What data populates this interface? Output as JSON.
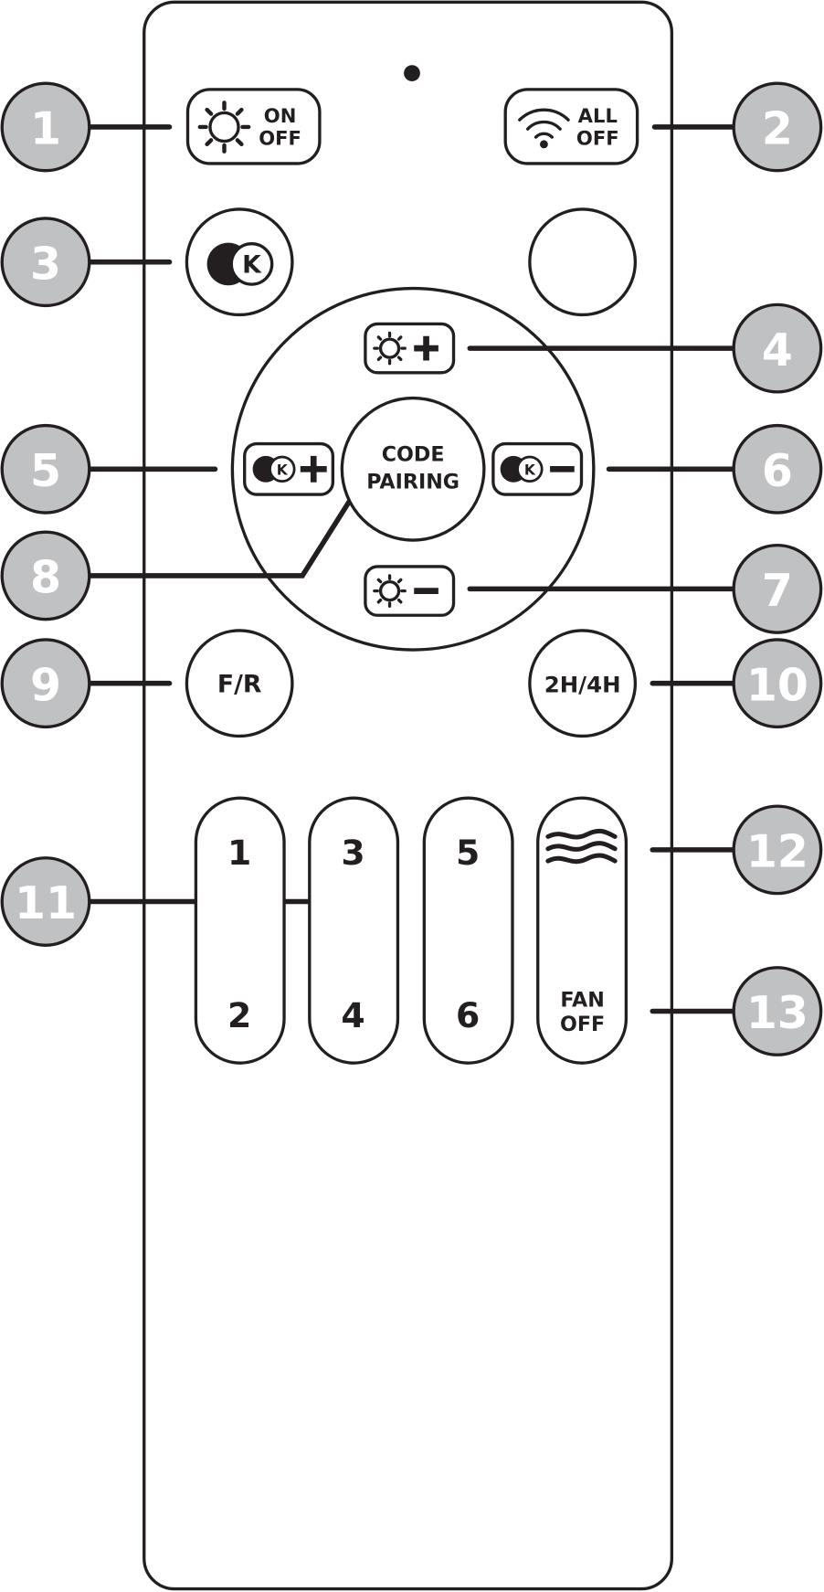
{
  "remote": {
    "on_off": {
      "line1": "ON",
      "line2": "OFF"
    },
    "all_off": {
      "line1": "ALL",
      "line2": "OFF"
    },
    "cct_icon_letter": "K",
    "code_pairing": {
      "line1": "CODE",
      "line2": "PAIRING"
    },
    "fr_label": "F/R",
    "timer_label": "2H/4H",
    "speed_buttons": [
      {
        "top": "1",
        "bottom": "2"
      },
      {
        "top": "3",
        "bottom": "4"
      },
      {
        "top": "5",
        "bottom": "6"
      }
    ],
    "fan_off": {
      "line1": "FAN",
      "line2": "OFF"
    }
  },
  "callouts": [
    "1",
    "2",
    "3",
    "4",
    "5",
    "6",
    "7",
    "8",
    "9",
    "10",
    "11",
    "12",
    "13"
  ],
  "colors": {
    "callout_fill": "#c0c1c3",
    "ink": "#231f20"
  }
}
